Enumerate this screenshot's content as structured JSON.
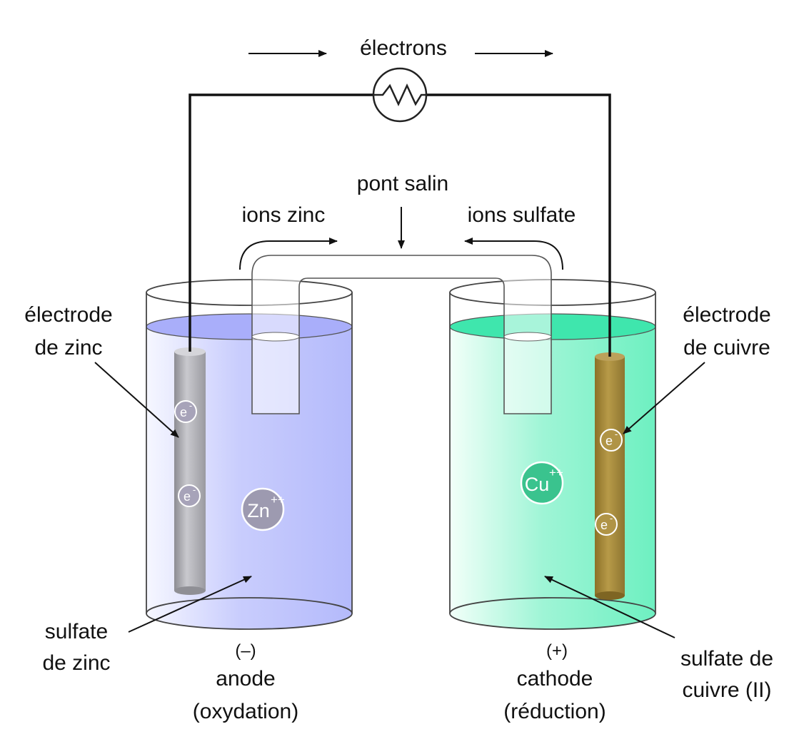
{
  "labels": {
    "electrons": "électrons",
    "salt_bridge": "pont salin",
    "zinc_ions": "ions zinc",
    "sulfate_ions": "ions sulfate",
    "zinc_electrode_line1": "électrode",
    "zinc_electrode_line2": "de zinc",
    "copper_electrode_line1": "électrode",
    "copper_electrode_line2": "de cuivre",
    "zinc_sulfate_line1": "sulfate",
    "zinc_sulfate_line2": "de zinc",
    "copper_sulfate_line1": "sulfate de",
    "copper_sulfate_line2": "cuivre (II)",
    "anode_sign": "(–)",
    "anode_name": "anode",
    "anode_process": "(oxydation)",
    "cathode_sign": "(+)",
    "cathode_name": "cathode",
    "cathode_process": "(réduction)"
  },
  "ions": {
    "zinc": {
      "symbol": "Zn",
      "charge": "++"
    },
    "copper": {
      "symbol": "Cu",
      "charge": "++"
    },
    "electron": {
      "symbol": "e",
      "charge": "-"
    }
  },
  "colors": {
    "zinc_solution": "#c3c8fc",
    "copper_solution": "#7cf2c8",
    "zinc_metal": "#9d9da3",
    "copper_metal": "#9b8232",
    "zinc_ion": "#9d9ab0",
    "copper_ion": "#3ac38e",
    "wire": "#111111"
  }
}
